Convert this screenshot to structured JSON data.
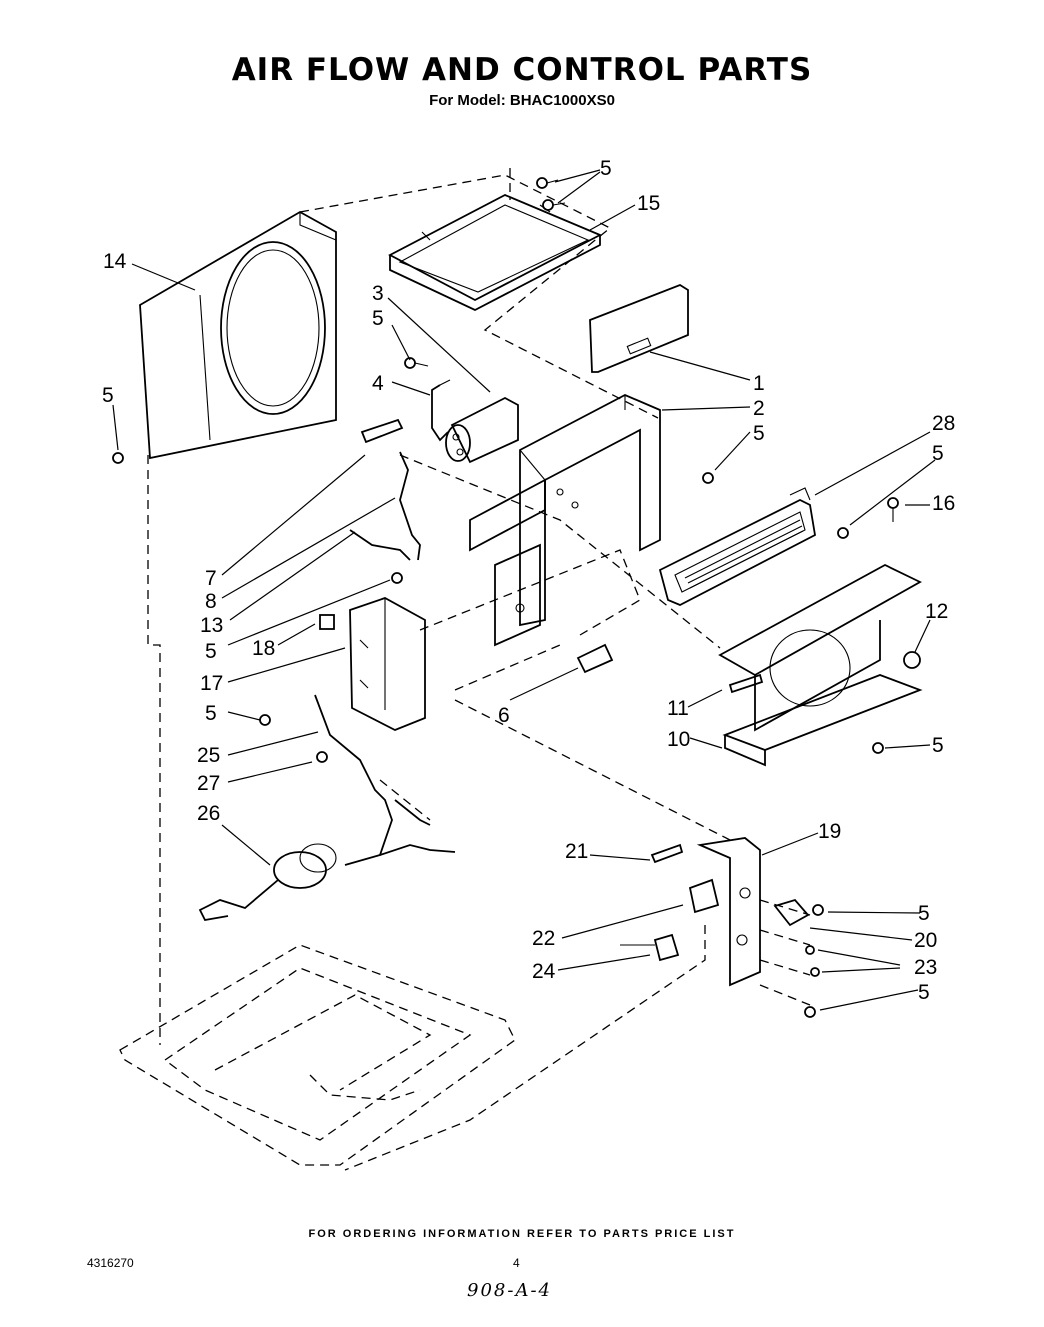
{
  "title": "AIR FLOW AND CONTROL PARTS",
  "subtitle": "For Model: BHAC1000XS0",
  "footer_note": "FOR ORDERING INFORMATION REFER TO PARTS PRICE LIST",
  "document_number": "4316270",
  "page_number": "4",
  "handwritten_note": "908-A-4",
  "callouts": {
    "c1": "1",
    "c2": "2",
    "c3": "3",
    "c4": "4",
    "c5a": "5",
    "c5b": "5",
    "c5c": "5",
    "c5d": "5",
    "c5e": "5",
    "c5f": "5",
    "c5g": "5",
    "c5h": "5",
    "c5i": "5",
    "c5j": "5",
    "c6": "6",
    "c7": "7",
    "c8": "8",
    "c10": "10",
    "c11": "11",
    "c12": "12",
    "c13": "13",
    "c14": "14",
    "c15": "15",
    "c16": "16",
    "c17": "17",
    "c18": "18",
    "c19": "19",
    "c20": "20",
    "c21": "21",
    "c22": "22",
    "c23": "23",
    "c24": "24",
    "c25": "25",
    "c26": "26",
    "c27": "27",
    "c28": "28"
  }
}
